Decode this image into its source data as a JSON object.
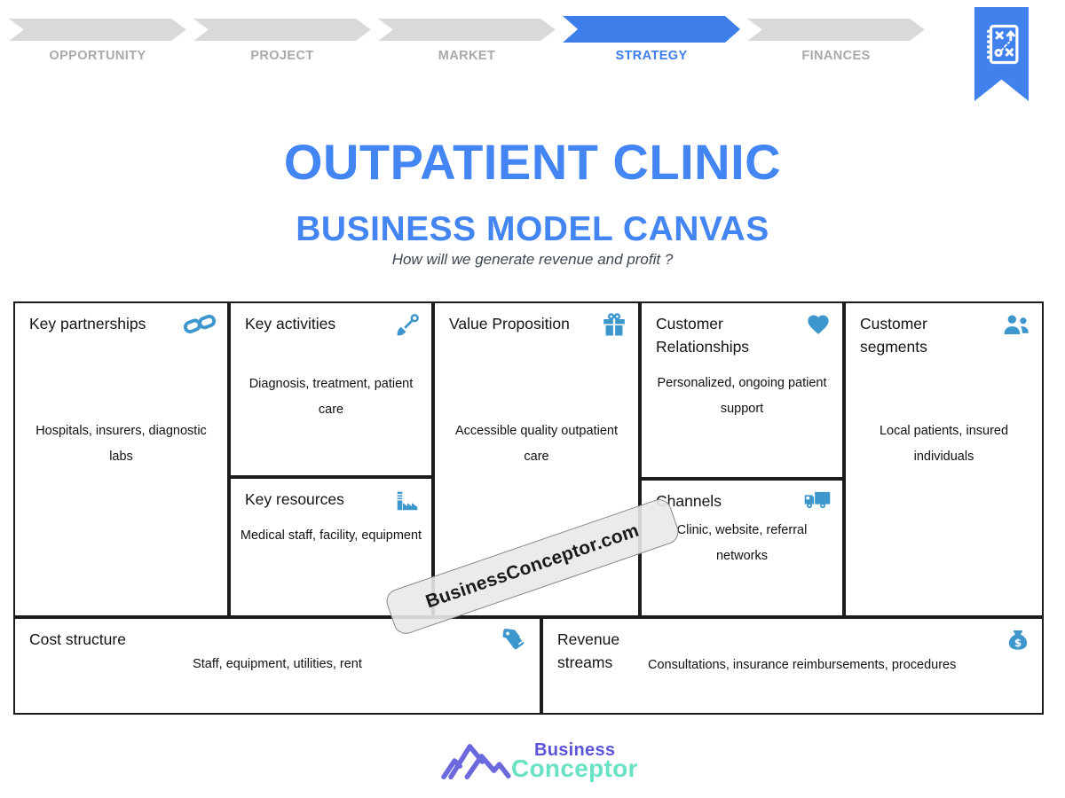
{
  "process_nav": {
    "steps": [
      {
        "label": "OPPORTUNITY",
        "active": false
      },
      {
        "label": "PROJECT",
        "active": false
      },
      {
        "label": "MARKET",
        "active": false
      },
      {
        "label": "STRATEGY",
        "active": true
      },
      {
        "label": "FINANCES",
        "active": false
      }
    ],
    "ribbon_icon": "strategy-playbook-icon"
  },
  "header": {
    "title": "OUTPATIENT CLINIC",
    "subtitle": "BUSINESS MODEL CANVAS",
    "tagline": "How will we generate revenue and profit ?"
  },
  "canvas": {
    "key_partnerships": {
      "title": "Key partnerships",
      "icon": "chain-link-icon",
      "content": "Hospitals, insurers, diagnostic labs"
    },
    "key_activities": {
      "title": "Key activities",
      "icon": "shovel-icon",
      "content": "Diagnosis, treatment, patient care"
    },
    "key_resources": {
      "title": "Key resources",
      "icon": "factory-icon",
      "content": "Medical staff, facility, equipment"
    },
    "value_proposition": {
      "title": "Value Proposition",
      "icon": "gift-icon",
      "content": "Accessible quality outpatient care"
    },
    "customer_relationships": {
      "title": "Customer Relationships",
      "icon": "heart-icon",
      "content": "Personalized, ongoing patient support"
    },
    "channels": {
      "title": "Channels",
      "icon": "truck-icon",
      "content": "Clinic, website, referral networks"
    },
    "customer_segments": {
      "title": "Customer segments",
      "icon": "users-icon",
      "content": "Local patients, insured individuals"
    },
    "cost_structure": {
      "title": "Cost structure",
      "icon": "tag-icon",
      "content": "Staff, equipment, utilities, rent"
    },
    "revenue_streams": {
      "title": "Revenue streams",
      "icon": "money-bag-icon",
      "content": "Consultations, insurance reimbursements, procedures"
    }
  },
  "watermark": {
    "text": "BusinessConceptor.com"
  },
  "footer_logo": {
    "line1": "Business",
    "line2": "Conceptor",
    "icon": "mountain-icon"
  },
  "colors": {
    "accent_blue": "#3d7eea",
    "title_blue": "#4385f2",
    "icon_blue": "#3e97cc",
    "chevron_gray": "#d9d9d9",
    "label_gray": "#a9a9a9",
    "border_dark": "#1c1c1c",
    "logo_purple": "#5b55d8",
    "logo_mint": "#68e1c4"
  }
}
